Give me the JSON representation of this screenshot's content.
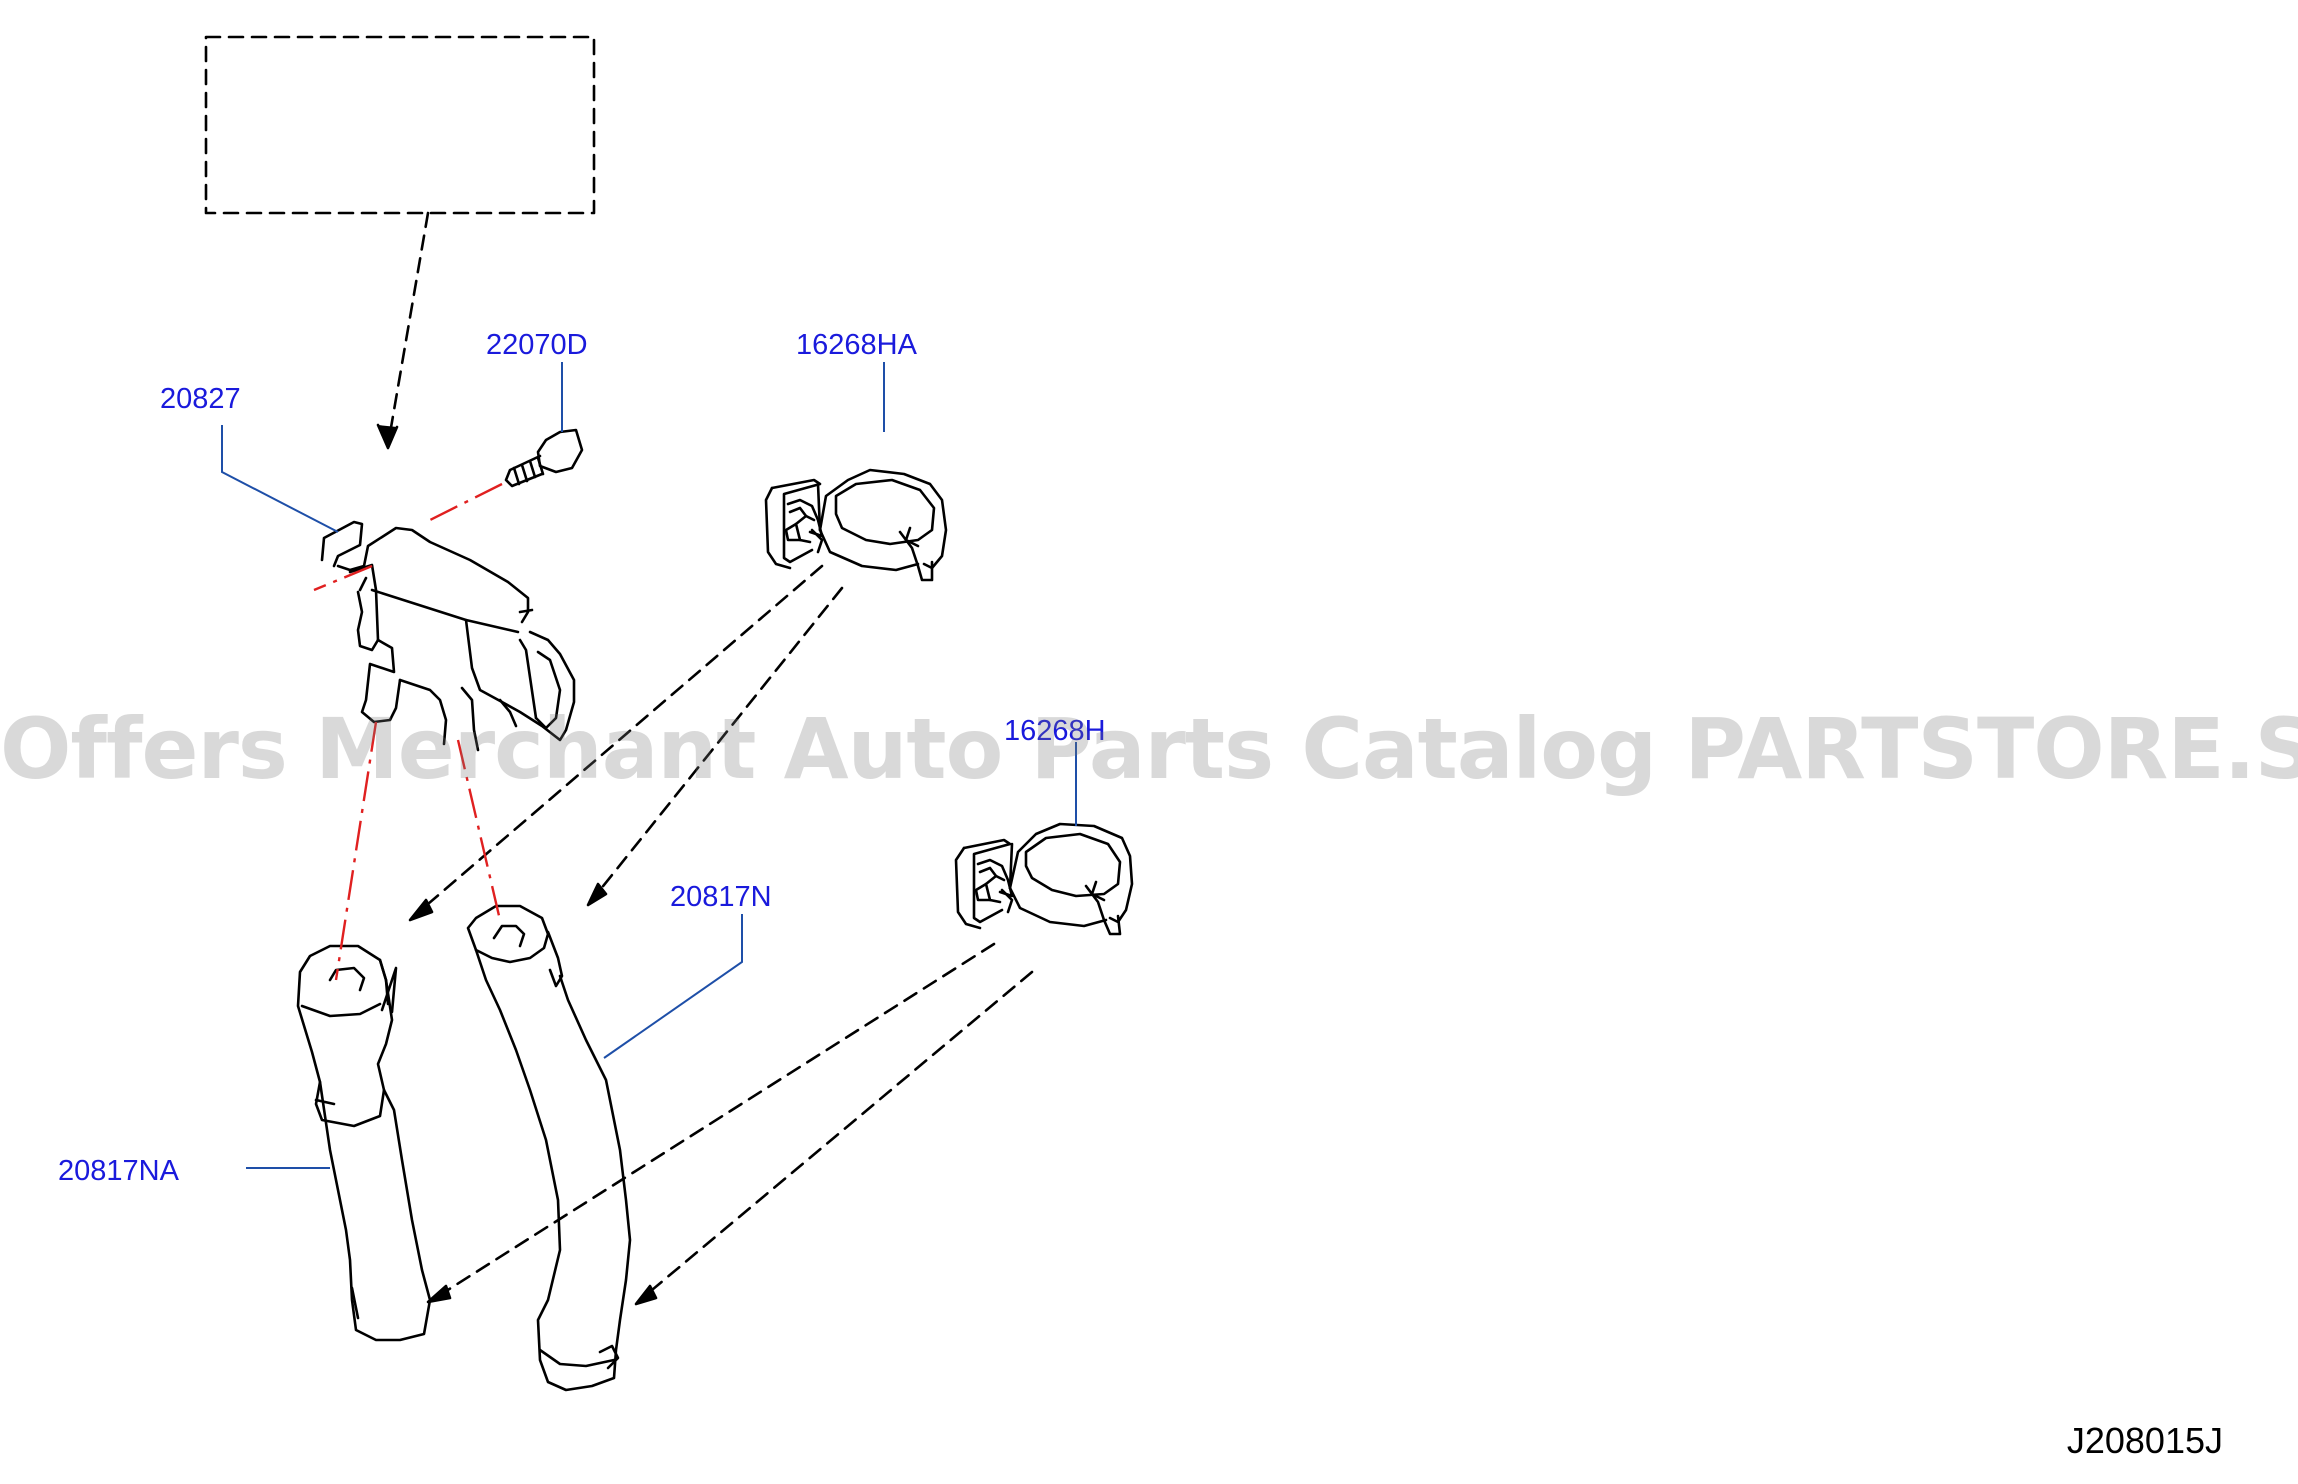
{
  "diagram": {
    "id": "J208015J",
    "watermark": "Offers Merchant Auto Parts Catalog PARTSTORE.SA",
    "colors": {
      "label": "#1a1adc",
      "leader": "#1e4fa8",
      "centerline": "#e02020",
      "line": "#000000"
    },
    "parts": [
      {
        "number": "20827"
      },
      {
        "number": "22070D"
      },
      {
        "number": "16268HA"
      },
      {
        "number": "16268H"
      },
      {
        "number": "20817N"
      },
      {
        "number": "20817NA"
      }
    ]
  }
}
